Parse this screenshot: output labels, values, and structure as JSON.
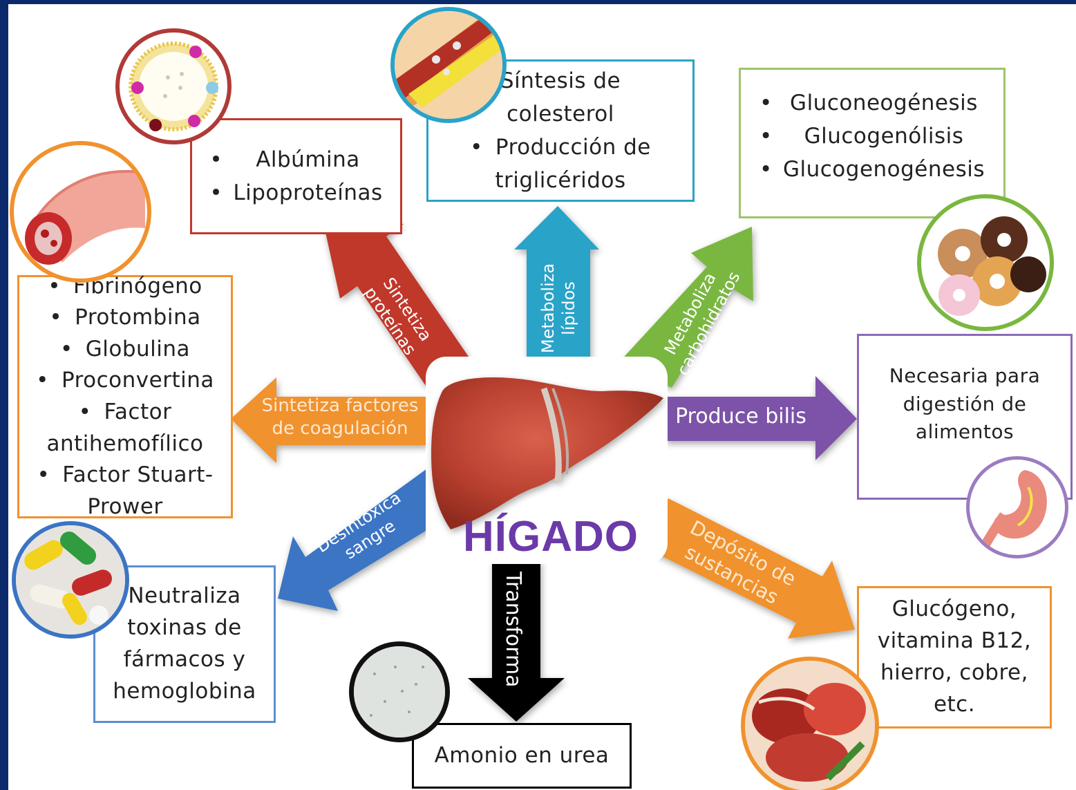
{
  "center": {
    "title": "HÍGADO"
  },
  "colors": {
    "red": "#c0392b",
    "cyan": "#29a3c8",
    "green": "#7ab73f",
    "purple": "#7b52a8",
    "orange": "#f0922e",
    "blue": "#3b74c4",
    "black": "#000000"
  },
  "arrows": {
    "proteins": {
      "line1": "Sintetiza",
      "line2": "proteínas"
    },
    "lipids": {
      "line1": "Metaboliza",
      "line2": "lípidos"
    },
    "carbs": {
      "line1": "Metaboliza",
      "line2": "carbohidratos"
    },
    "bile": {
      "label": "Produce bilis"
    },
    "coag": {
      "line1": "Sintetiza factores",
      "line2": "de coagulación"
    },
    "detox": {
      "line1": "Desintoxica",
      "line2": "sangre"
    },
    "transform": {
      "label": "Transforma"
    },
    "storage": {
      "line1": "Depósito de",
      "line2": "sustancias"
    }
  },
  "boxes": {
    "proteins": {
      "items": [
        "Albúmina",
        "Lipoproteínas"
      ]
    },
    "lipids": {
      "line1": "Síntesis de",
      "line2": "colesterol",
      "bullet": "Producción de",
      "line4": "triglicéridos"
    },
    "carbs": {
      "items": [
        "Gluconeogénesis",
        "Glucogenólisis",
        "Glucogenogénesis"
      ]
    },
    "bile": {
      "line1": "Necesaria para",
      "line2": "digestión de",
      "line3": "alimentos"
    },
    "coag": {
      "items": [
        "Fibrinógeno",
        "Protombina",
        "Globulina",
        "Proconvertina",
        "Factor",
        "antihemofílico",
        "Factor Stuart-",
        "Prower"
      ]
    },
    "detox": {
      "line1": "Neutraliza",
      "line2": "toxinas de",
      "line3": "fármacos y",
      "line4": "hemoglobina"
    },
    "urea": {
      "label": "Amonio en urea"
    },
    "storage": {
      "line1": "Glucógeno,",
      "line2": "vitamina B12,",
      "line3": "hierro, cobre,",
      "line4": "etc."
    }
  },
  "icons": [
    "lipoprotein-icon",
    "artery-plaque-icon",
    "donuts-icon",
    "blood-vessel-icon",
    "stomach-icon",
    "pills-icon",
    "urea-powder-icon",
    "meat-icon",
    "liver-icon"
  ]
}
